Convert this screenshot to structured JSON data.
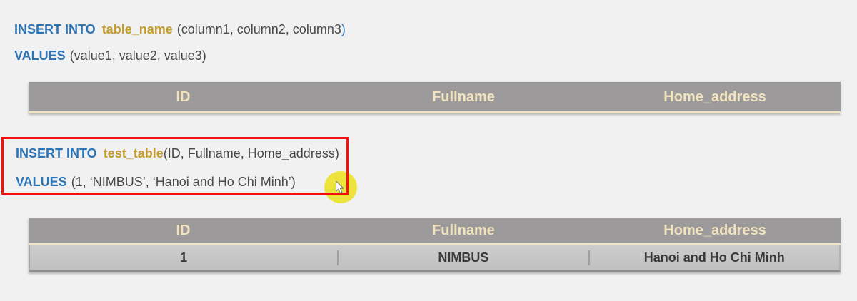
{
  "syntax_block": {
    "line1": {
      "keyword": "INSERT INTO",
      "table_name": "table_name",
      "columns": "(column1, column2, column3",
      "closing_paren": ")"
    },
    "line2": {
      "keyword": "VALUES",
      "values": "(value1, value2, value3)"
    }
  },
  "empty_table": {
    "headers": [
      "ID",
      "Fullname",
      "Home_address"
    ]
  },
  "example_block": {
    "line1": {
      "keyword": "INSERT INTO",
      "table_name": "test_table",
      "columns": "(ID, Fullname, Home_address)"
    },
    "line2": {
      "keyword": "VALUES",
      "values": "(1, ‘NIMBUS’, ‘Hanoi and Ho Chi Minh’)"
    }
  },
  "result_table": {
    "headers": [
      "ID",
      "Fullname",
      "Home_address"
    ],
    "rows": [
      [
        "1",
        "NIMBUS",
        "Hanoi and Ho Chi Minh"
      ]
    ]
  },
  "colors": {
    "background": "#f1f1f1",
    "keyword_blue": "#2e75b6",
    "table_name_gold": "#c49b30",
    "body_text_gray": "#4a4a4a",
    "header_fill_gray": "#9c9a9a",
    "header_text_cream": "#f0e3bd",
    "cream_divider": "#f1e6c4",
    "data_row_gray": "#c6c5c5",
    "data_text_dark": "#3a3a3a",
    "annotation_red": "#f50f0f",
    "cursor_halo_yellow": "#ece32f"
  }
}
